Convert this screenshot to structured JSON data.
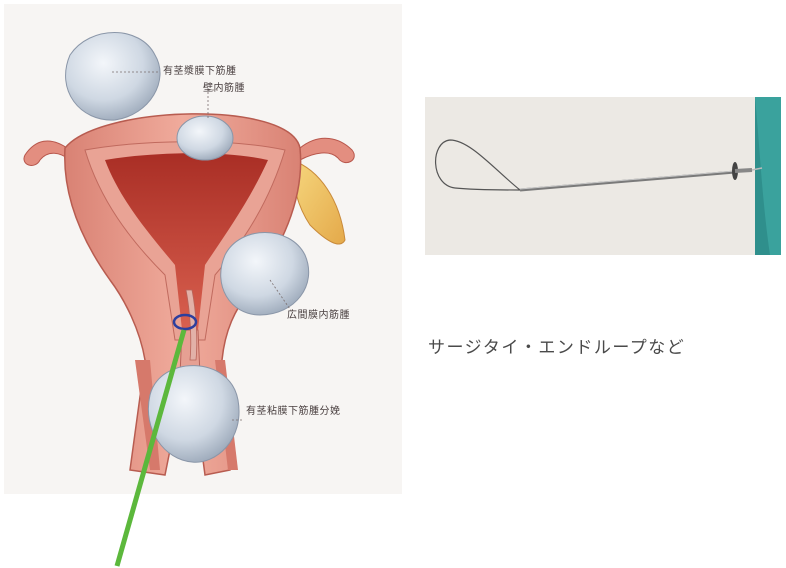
{
  "labels": {
    "pedunculated_subserosal": "有茎漿膜下筋腫",
    "intramural": "壁内筋腫",
    "intraligamentary": "広間膜内筋腫",
    "pedunculated_submucosal_delivery": "有茎粘膜下筋腫分娩"
  },
  "caption": "サージタイ・エンドループなど",
  "colors": {
    "uterus_wall": "#e59a8c",
    "uterus_dark": "#c8685c",
    "cavity": "#b8392e",
    "fibroid": "#d9e1ea",
    "pointer": "#5cb83c",
    "marker": "#2d3f9e"
  }
}
